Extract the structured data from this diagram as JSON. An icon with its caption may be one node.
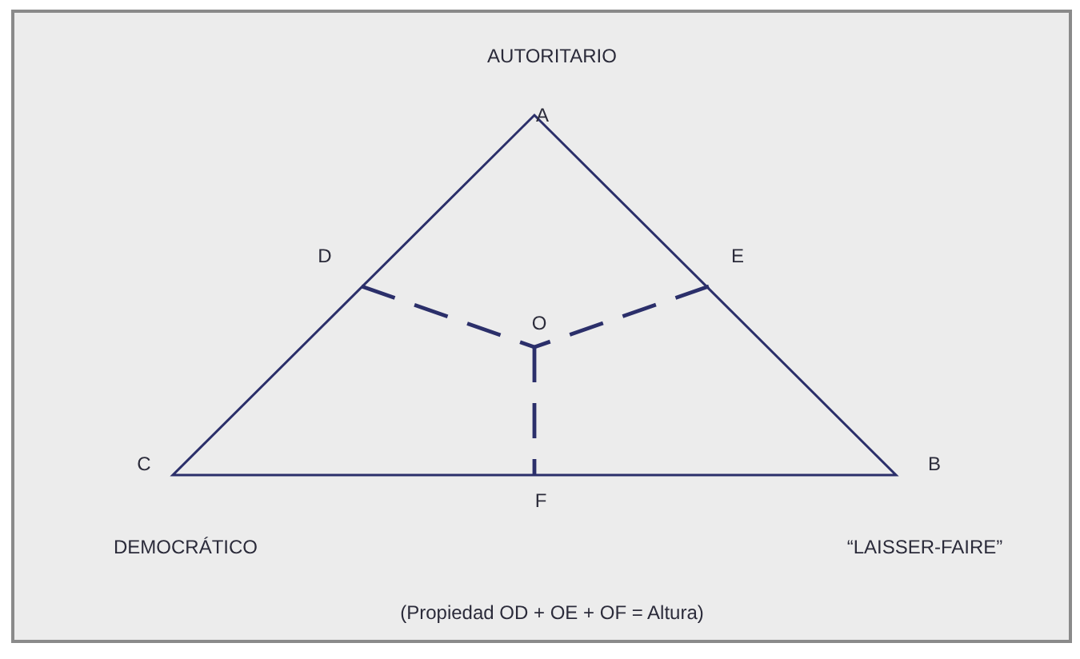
{
  "diagram": {
    "caption": "(Propiedad OD + OE + OF = Altura)",
    "labels": [
      "AUTORITARIO",
      "A",
      "D",
      "E",
      "O",
      "C",
      "B",
      "F",
      "DEMOCRÁTICO",
      "“LAISSER-FAIRE”"
    ]
  }
}
